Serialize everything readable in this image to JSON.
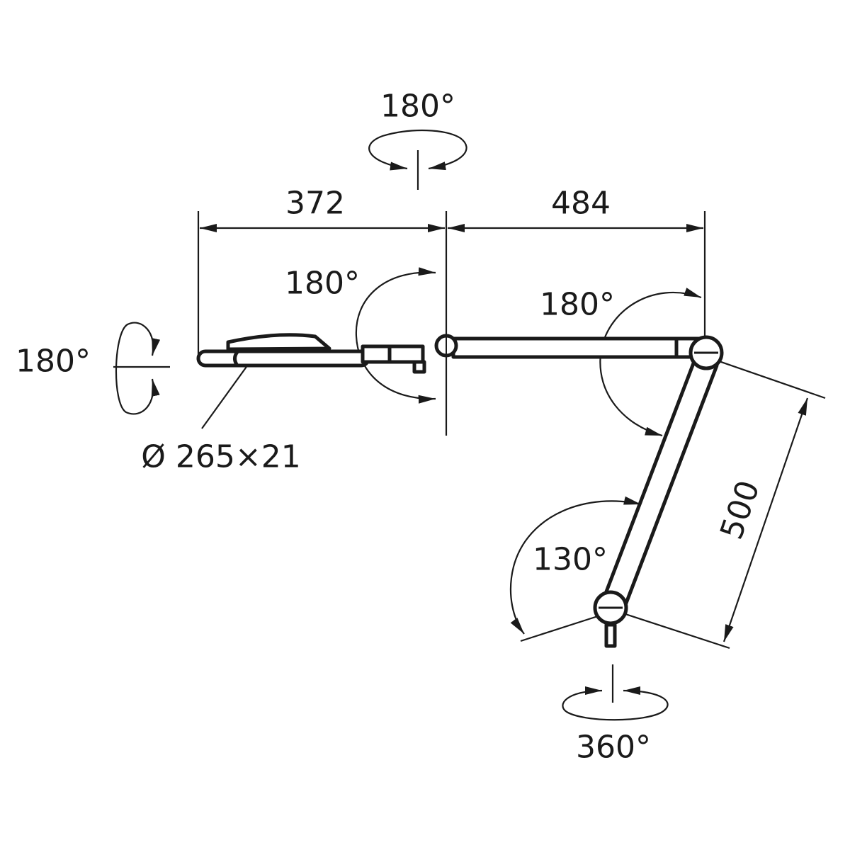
{
  "title": "Lamp arm dimension drawing",
  "colors": {
    "line": "#1a1a1a",
    "background": "#ffffff"
  },
  "dimensions": {
    "head_arm_length": "372",
    "upper_arm_length": "484",
    "lower_arm_length": "500",
    "head_size": "Ø 265×21"
  },
  "rotations": {
    "head_top": "180°",
    "head_side": "180°",
    "head_tilt": "180°",
    "elbow": "180°",
    "base_tilt": "130°",
    "base_swivel": "360°"
  }
}
